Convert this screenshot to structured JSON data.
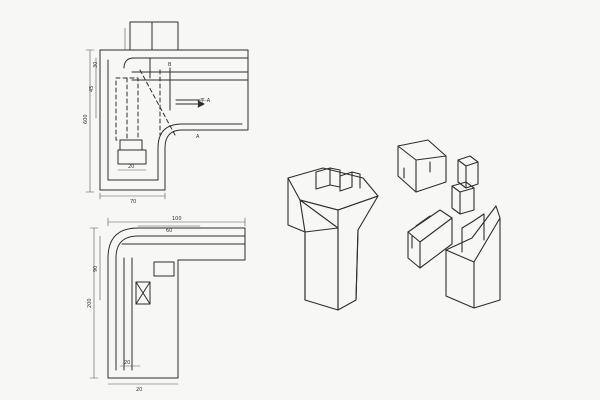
{
  "drawing": {
    "colors": {
      "ink": "#2e2e2e",
      "paper": "#f7f7f5",
      "dim": "#555555"
    },
    "elevation_view": {
      "dims": {
        "top_left": "30",
        "side_total": "600",
        "side_mid": "45",
        "inner_width": "20",
        "bottom_width": "70",
        "label_a": "B",
        "label_b": "A",
        "section_label": "平-A"
      }
    },
    "plan_view": {
      "dims": {
        "top_total": "100",
        "top_inner": "60",
        "side_total": "200",
        "side_inner": "90",
        "bottom_a": "20",
        "bottom_b": "20"
      }
    },
    "isometric_assembled": {
      "title": ""
    },
    "isometric_exploded": {
      "title": ""
    }
  }
}
